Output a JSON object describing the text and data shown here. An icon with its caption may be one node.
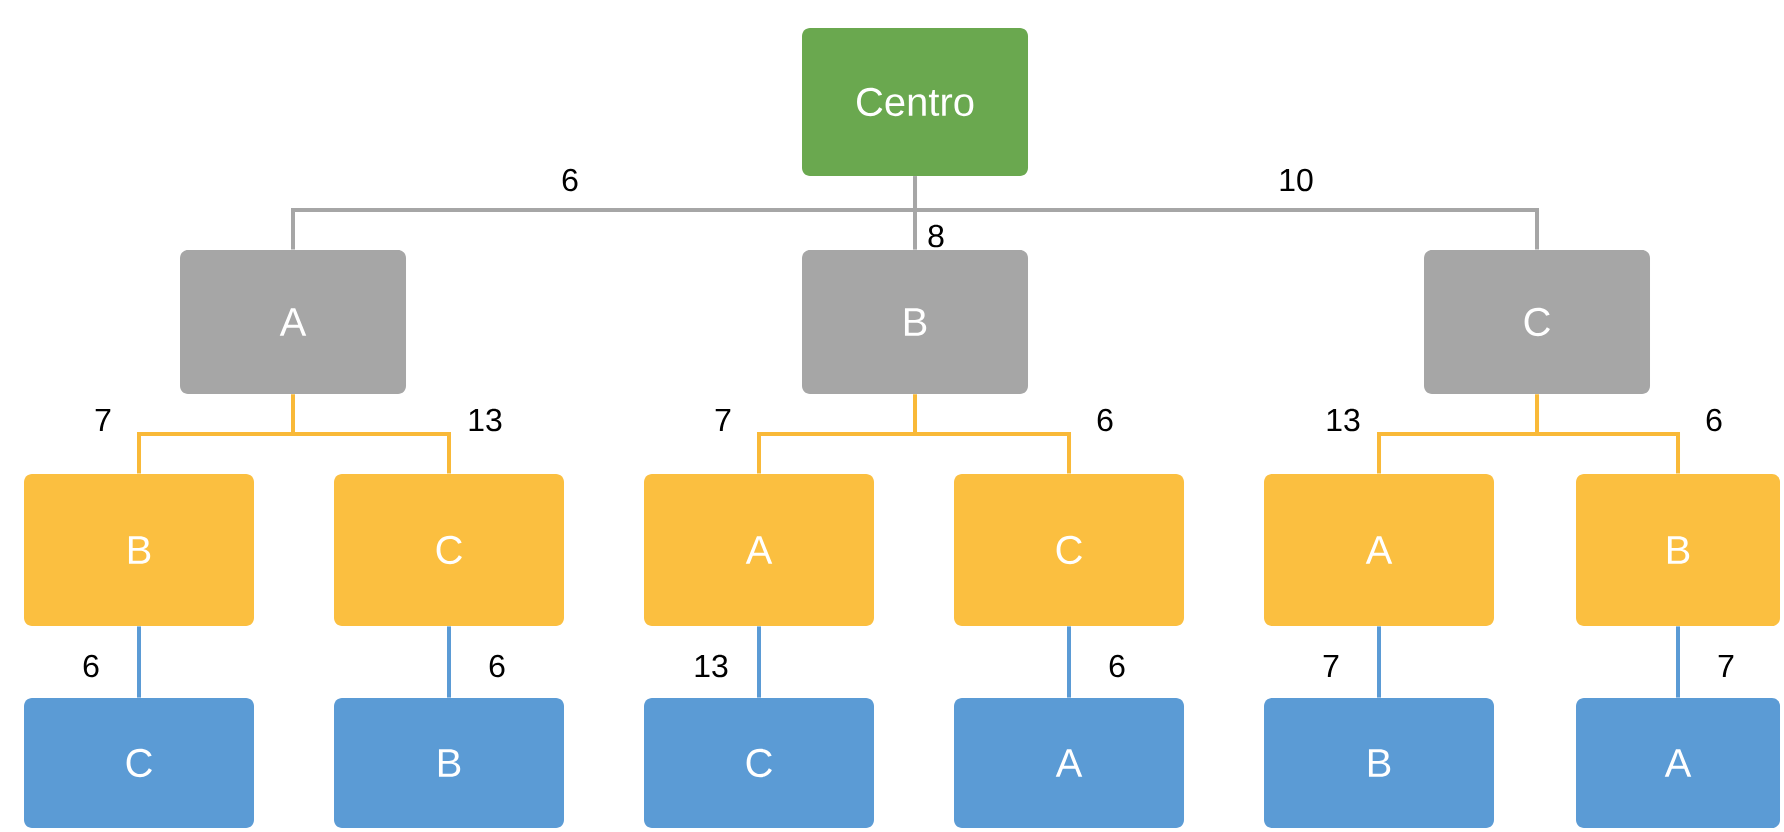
{
  "diagram": {
    "nodes": [
      {
        "text": [
          "Centro"
        ]
      },
      {
        "text": [
          "A"
        ]
      },
      {
        "text": [
          "B"
        ]
      },
      {
        "text": [
          "C"
        ]
      },
      {
        "text": [
          "B"
        ]
      },
      {
        "text": [
          "C"
        ]
      },
      {
        "text": [
          "A"
        ]
      },
      {
        "text": [
          "C"
        ]
      },
      {
        "text": [
          "A"
        ]
      },
      {
        "text": [
          "B"
        ]
      },
      {
        "text": [
          "C"
        ]
      },
      {
        "text": [
          "B"
        ]
      },
      {
        "text": [
          "C"
        ]
      },
      {
        "text": [
          "A"
        ]
      },
      {
        "text": [
          "B"
        ]
      },
      {
        "text": [
          "A"
        ]
      }
    ],
    "edges": [
      {
        "from": 0,
        "to": 1,
        "arrow": "none",
        "label": "6",
        "color": "#a6a6a6"
      },
      {
        "from": 0,
        "to": 2,
        "arrow": "none",
        "label": "8",
        "color": "#a6a6a6"
      },
      {
        "from": 0,
        "to": 3,
        "arrow": "none",
        "label": "10",
        "color": "#a6a6a6"
      },
      {
        "from": 1,
        "to": 4,
        "arrow": "none",
        "label": "7",
        "color": "#f9b938"
      },
      {
        "from": 1,
        "to": 5,
        "arrow": "none",
        "label": "13",
        "color": "#f9b938"
      },
      {
        "from": 2,
        "to": 6,
        "arrow": "none",
        "label": "7",
        "color": "#f9b938"
      },
      {
        "from": 2,
        "to": 7,
        "arrow": "none",
        "label": "6",
        "color": "#f9b938"
      },
      {
        "from": 3,
        "to": 8,
        "arrow": "none",
        "label": "13",
        "color": "#f9b938"
      },
      {
        "from": 3,
        "to": 9,
        "arrow": "none",
        "label": "6",
        "color": "#f9b938"
      },
      {
        "from": 4,
        "to": 10,
        "arrow": "none",
        "label": "6",
        "color": "#5b9bd5"
      },
      {
        "from": 5,
        "to": 11,
        "arrow": "none",
        "label": "6",
        "color": "#5b9bd5"
      },
      {
        "from": 6,
        "to": 12,
        "arrow": "none",
        "label": "13",
        "color": "#5b9bd5"
      },
      {
        "from": 7,
        "to": 13,
        "arrow": "none",
        "label": "6",
        "color": "#5b9bd5"
      },
      {
        "from": 8,
        "to": 14,
        "arrow": "none",
        "label": "7",
        "color": "#5b9bd5"
      },
      {
        "from": 9,
        "to": 15,
        "arrow": "none",
        "label": "7",
        "color": "#5b9bd5"
      }
    ]
  }
}
